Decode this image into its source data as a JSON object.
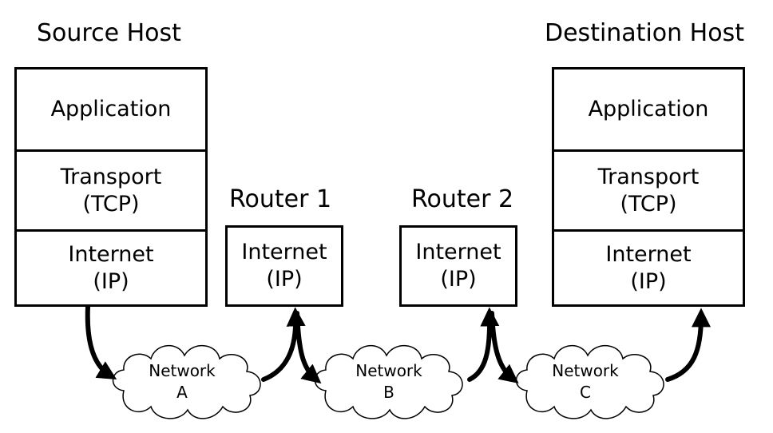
{
  "source_host": {
    "title": "Source Host",
    "application": "Application",
    "transport_line1": "Transport",
    "transport_line2": "(TCP)",
    "internet_line1": "Internet",
    "internet_line2": "(IP)"
  },
  "router1": {
    "title": "Router 1",
    "internet_line1": "Internet",
    "internet_line2": "(IP)"
  },
  "router2": {
    "title": "Router 2",
    "internet_line1": "Internet",
    "internet_line2": "(IP)"
  },
  "destination_host": {
    "title": "Destination Host",
    "application": "Application",
    "transport_line1": "Transport",
    "transport_line2": "(TCP)",
    "internet_line1": "Internet",
    "internet_line2": "(IP)"
  },
  "networks": [
    {
      "line1": "Network",
      "line2": "A"
    },
    {
      "line1": "Network",
      "line2": "B"
    },
    {
      "line1": "Network",
      "line2": "C"
    }
  ]
}
